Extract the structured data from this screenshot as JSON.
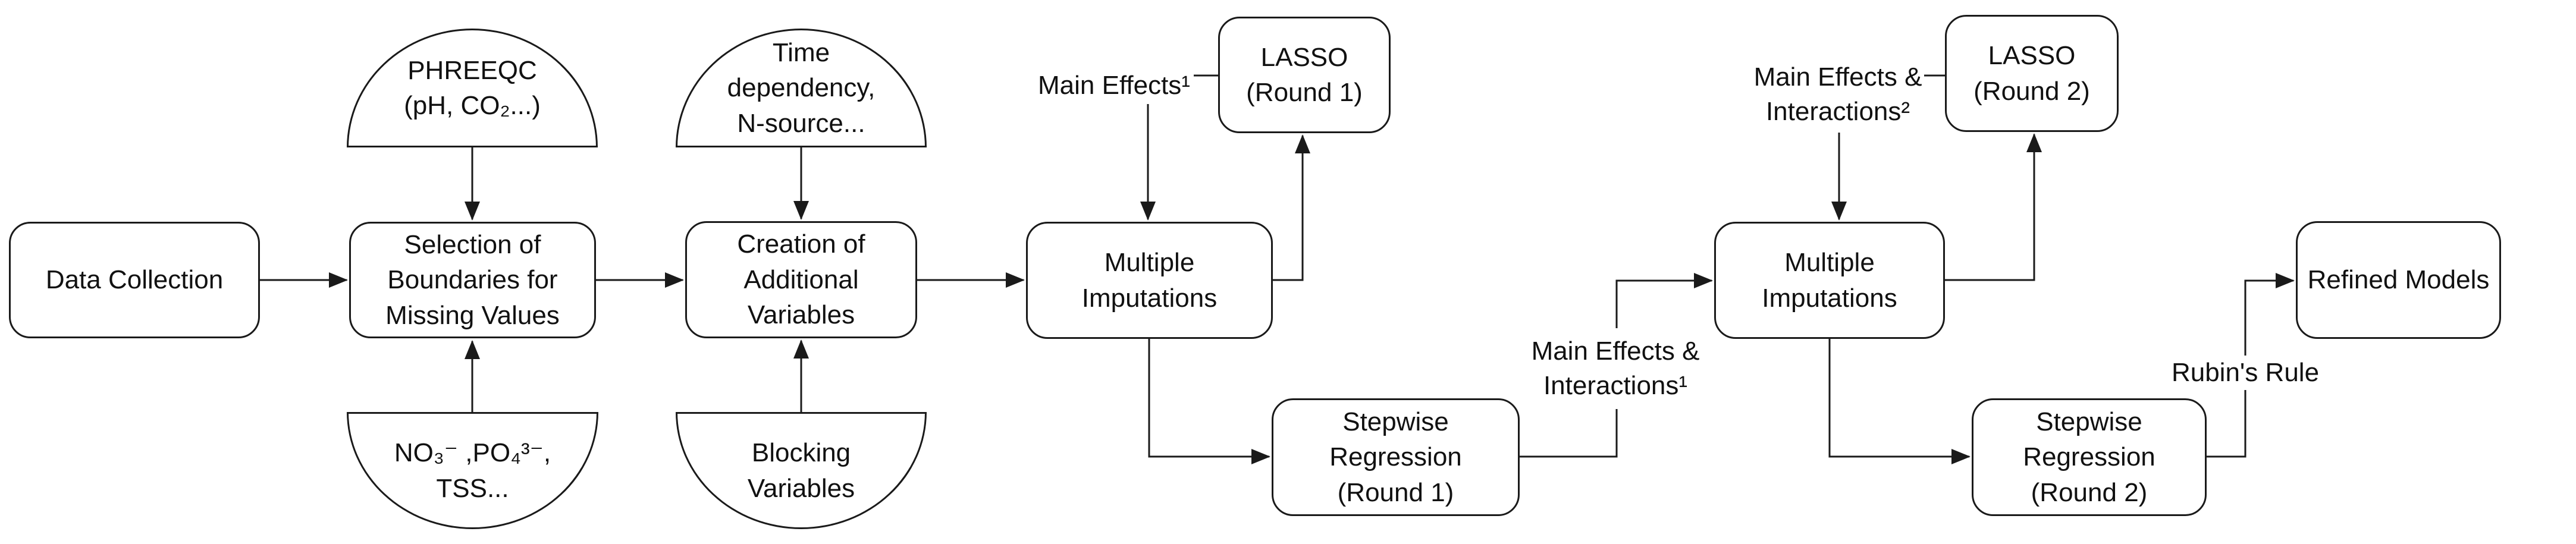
{
  "diagram": {
    "background_color": "#ffffff",
    "line_color": "#1a1a1a",
    "nodes": {
      "data_collection": {
        "lines": [
          "Data Collection"
        ]
      },
      "selection_boundaries": {
        "lines": [
          "Selection of",
          "Boundaries for",
          "Missing Values"
        ]
      },
      "phreeqc": {
        "lines": [
          "PHREEQC",
          "(pH, CO₂...)"
        ]
      },
      "nutrients": {
        "lines": [
          "NO₃⁻ ,PO₄³⁻,",
          "TSS..."
        ]
      },
      "creation_variables": {
        "lines": [
          "Creation of",
          "Additional",
          "Variables"
        ]
      },
      "time_dependency": {
        "lines": [
          "Time",
          "dependency,",
          "N-source..."
        ]
      },
      "blocking_variables": {
        "lines": [
          "Blocking",
          "Variables"
        ]
      },
      "multiple_imputations_1": {
        "lines": [
          "Multiple",
          "Imputations"
        ]
      },
      "lasso_round_1": {
        "lines": [
          "LASSO",
          "(Round 1)"
        ]
      },
      "stepwise_round_1": {
        "lines": [
          "Stepwise",
          "Regression",
          "(Round 1)"
        ]
      },
      "multiple_imputations_2": {
        "lines": [
          "Multiple",
          "Imputations"
        ]
      },
      "lasso_round_2": {
        "lines": [
          "LASSO",
          "(Round 2)"
        ]
      },
      "stepwise_round_2": {
        "lines": [
          "Stepwise",
          "Regression",
          "(Round 2)"
        ]
      },
      "refined_models": {
        "lines": [
          "Refined Models"
        ]
      }
    },
    "labels": {
      "main_effects_1": {
        "lines": [
          "Main Effects¹"
        ]
      },
      "main_effects_interactions_1": {
        "lines": [
          "Main Effects &",
          "Interactions¹"
        ]
      },
      "main_effects_interactions_2": {
        "lines": [
          "Main Effects &",
          "Interactions²"
        ]
      },
      "rubins_rule": {
        "lines": [
          "Rubin's Rule"
        ]
      }
    }
  }
}
